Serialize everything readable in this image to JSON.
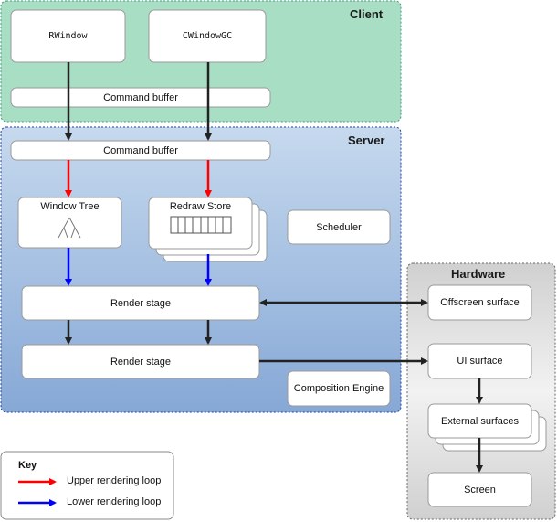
{
  "regions": {
    "client": "Client",
    "server": "Server",
    "hardware": "Hardware"
  },
  "nodes": {
    "rwindow": "RWindow",
    "cwindowgc": "CWindowGC",
    "client_command_buffer": "Command buffer",
    "server_command_buffer": "Command buffer",
    "window_tree": "Window Tree",
    "redraw_store": "Redraw Store",
    "scheduler": "Scheduler",
    "render_stage_1": "Render stage",
    "render_stage_2": "Render stage",
    "composition_engine": "Composition Engine",
    "offscreen_surface": "Offscreen surface",
    "ui_surface": "UI surface",
    "external_surfaces": "External surfaces",
    "screen": "Screen"
  },
  "key": {
    "title": "Key",
    "upper_loop": "Upper rendering loop",
    "lower_loop": "Lower rendering loop"
  },
  "colors": {
    "client_fill": "#a8dec4",
    "server_fill_top": "#c2d6ec",
    "server_fill_bottom": "#8eaed9",
    "hardware_fill": "#e0e0e0",
    "upper_loop": "#ff0000",
    "lower_loop": "#0000ff",
    "flow_arrow": "#222222"
  }
}
